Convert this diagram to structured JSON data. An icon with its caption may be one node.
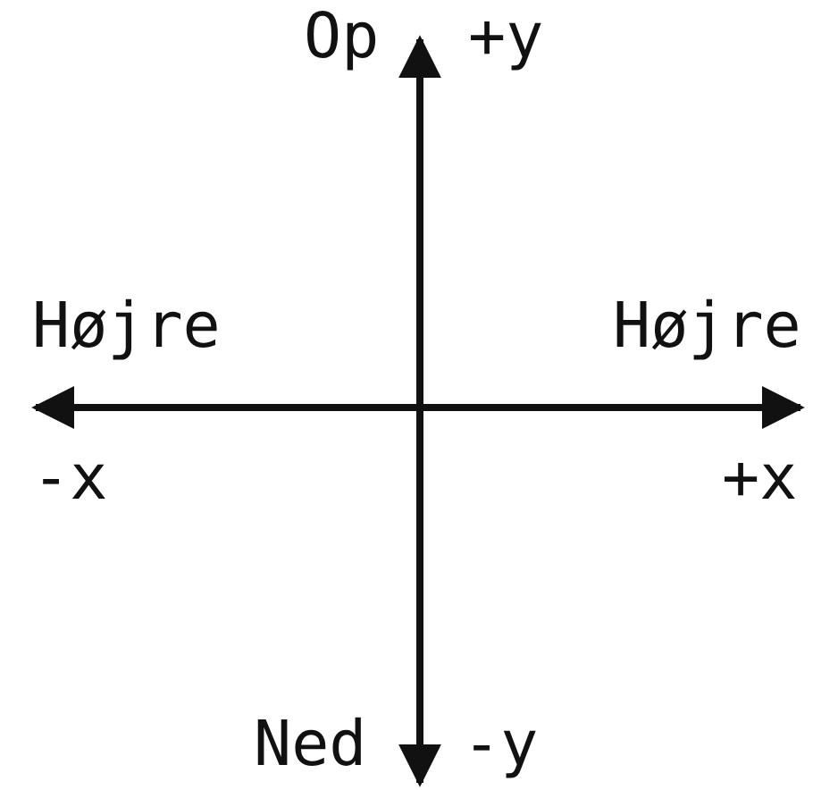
{
  "diagram": {
    "labels": [
      "Op",
      "+y",
      "Højre",
      "Højre",
      "-x",
      "+x",
      "Ned",
      "-y"
    ]
  }
}
